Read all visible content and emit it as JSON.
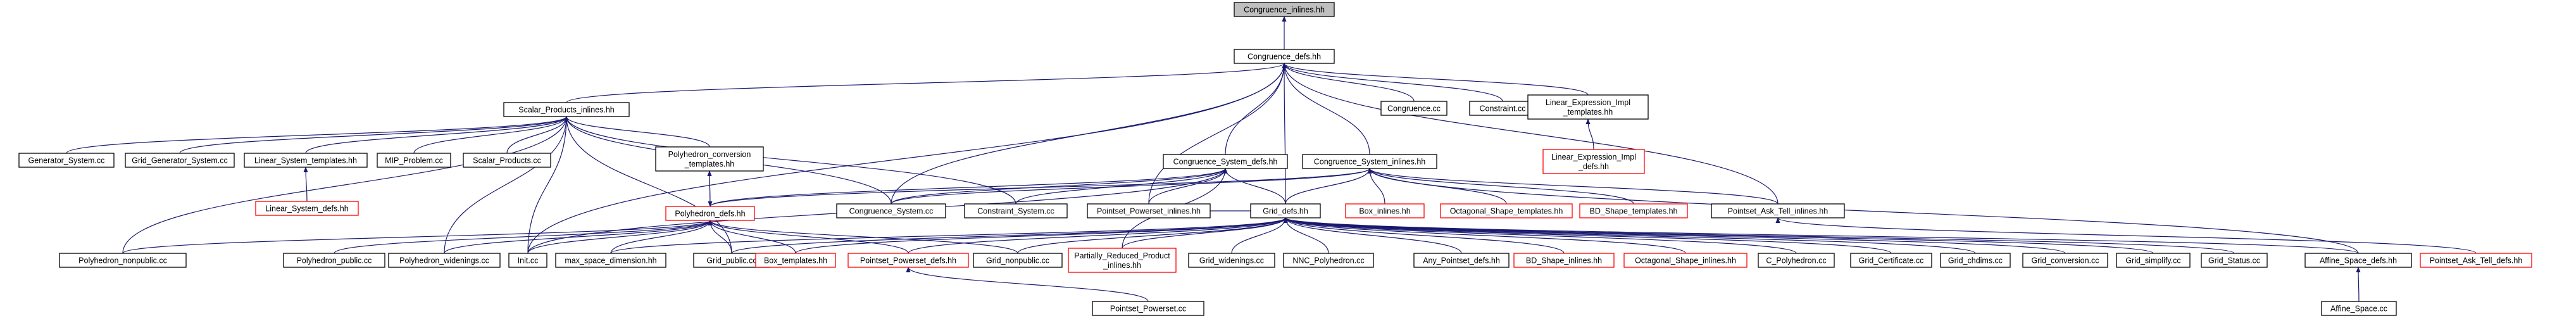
{
  "colors": {
    "edge": "#191970",
    "normal_border": "#000000",
    "missing_border": "#ff0000",
    "root_fill": "#bfbfbf",
    "text": "#000000"
  },
  "nodes": [
    {
      "id": "n0",
      "lines": [
        "Congruence_inlines.hh"
      ],
      "root": true
    },
    {
      "id": "n1",
      "lines": [
        "Congruence_defs.hh"
      ]
    },
    {
      "id": "n2",
      "lines": [
        "Scalar_Products_inlines.hh"
      ]
    },
    {
      "id": "n3",
      "lines": [
        "Congruence.cc"
      ]
    },
    {
      "id": "n4",
      "lines": [
        "Constraint.cc"
      ]
    },
    {
      "id": "n5",
      "lines": [
        "Linear_Expression_Impl",
        "_templates.hh"
      ]
    },
    {
      "id": "n6",
      "lines": [
        "Linear_Expression_Impl",
        "_defs.hh"
      ],
      "missing": true
    },
    {
      "id": "n7",
      "lines": [
        "Generator_System.cc"
      ]
    },
    {
      "id": "n8",
      "lines": [
        "Grid_Generator_System.cc"
      ]
    },
    {
      "id": "n9",
      "lines": [
        "Linear_System_templates.hh"
      ]
    },
    {
      "id": "n10",
      "lines": [
        "MIP_Problem.cc"
      ]
    },
    {
      "id": "n11",
      "lines": [
        "Scalar_Products.cc"
      ]
    },
    {
      "id": "n12",
      "lines": [
        "Polyhedron_conversion",
        "_templates.hh"
      ]
    },
    {
      "id": "n13",
      "lines": [
        "Linear_System_defs.hh"
      ],
      "missing": true
    },
    {
      "id": "n14",
      "lines": [
        "Polyhedron_defs.hh"
      ],
      "missing": true
    },
    {
      "id": "n15",
      "lines": [
        "Congruence_System_defs.hh"
      ]
    },
    {
      "id": "n16",
      "lines": [
        "Congruence_System_inlines.hh"
      ]
    },
    {
      "id": "n17",
      "lines": [
        "Congruence_System.cc"
      ]
    },
    {
      "id": "n18",
      "lines": [
        "Constraint_System.cc"
      ]
    },
    {
      "id": "n19",
      "lines": [
        "Pointset_Powerset_inlines.hh"
      ]
    },
    {
      "id": "n20",
      "lines": [
        "Grid_defs.hh"
      ]
    },
    {
      "id": "n21",
      "lines": [
        "Box_inlines.hh"
      ],
      "missing": true
    },
    {
      "id": "n22",
      "lines": [
        "Octagonal_Shape_templates.hh"
      ],
      "missing": true
    },
    {
      "id": "n23",
      "lines": [
        "BD_Shape_templates.hh"
      ],
      "missing": true
    },
    {
      "id": "n24",
      "lines": [
        "Pointset_Ask_Tell_inlines.hh"
      ]
    },
    {
      "id": "n25",
      "lines": [
        "Polyhedron_nonpublic.cc"
      ]
    },
    {
      "id": "n26",
      "lines": [
        "Polyhedron_public.cc"
      ]
    },
    {
      "id": "n27",
      "lines": [
        "Polyhedron_widenings.cc"
      ]
    },
    {
      "id": "n28",
      "lines": [
        "Init.cc"
      ]
    },
    {
      "id": "n29",
      "lines": [
        "max_space_dimension.hh"
      ]
    },
    {
      "id": "n30",
      "lines": [
        "Grid_public.cc"
      ]
    },
    {
      "id": "n31",
      "lines": [
        "Box_templates.hh"
      ],
      "missing": true
    },
    {
      "id": "n32",
      "lines": [
        "Pointset_Powerset_defs.hh"
      ],
      "missing": true
    },
    {
      "id": "n33",
      "lines": [
        "Grid_nonpublic.cc"
      ]
    },
    {
      "id": "n34",
      "lines": [
        "Partially_Reduced_Product",
        "_inlines.hh"
      ],
      "missing": true
    },
    {
      "id": "n35",
      "lines": [
        "Grid_widenings.cc"
      ]
    },
    {
      "id": "n36",
      "lines": [
        "NNC_Polyhedron.cc"
      ]
    },
    {
      "id": "n37",
      "lines": [
        "Any_Pointset_defs.hh"
      ]
    },
    {
      "id": "n38",
      "lines": [
        "BD_Shape_inlines.hh"
      ],
      "missing": true
    },
    {
      "id": "n39",
      "lines": [
        "Octagonal_Shape_inlines.hh"
      ],
      "missing": true
    },
    {
      "id": "n40",
      "lines": [
        "C_Polyhedron.cc"
      ]
    },
    {
      "id": "n41",
      "lines": [
        "Grid_Certificate.cc"
      ]
    },
    {
      "id": "n42",
      "lines": [
        "Grid_chdims.cc"
      ]
    },
    {
      "id": "n43",
      "lines": [
        "Grid_conversion.cc"
      ]
    },
    {
      "id": "n44",
      "lines": [
        "Grid_simplify.cc"
      ]
    },
    {
      "id": "n45",
      "lines": [
        "Grid_Status.cc"
      ]
    },
    {
      "id": "n46",
      "lines": [
        "Affine_Space_defs.hh"
      ]
    },
    {
      "id": "n47",
      "lines": [
        "Pointset_Ask_Tell_defs.hh"
      ],
      "missing": true
    },
    {
      "id": "n48",
      "lines": [
        "Pointset_Powerset.cc"
      ]
    },
    {
      "id": "n49",
      "lines": [
        "Affine_Space.cc"
      ]
    }
  ]
}
